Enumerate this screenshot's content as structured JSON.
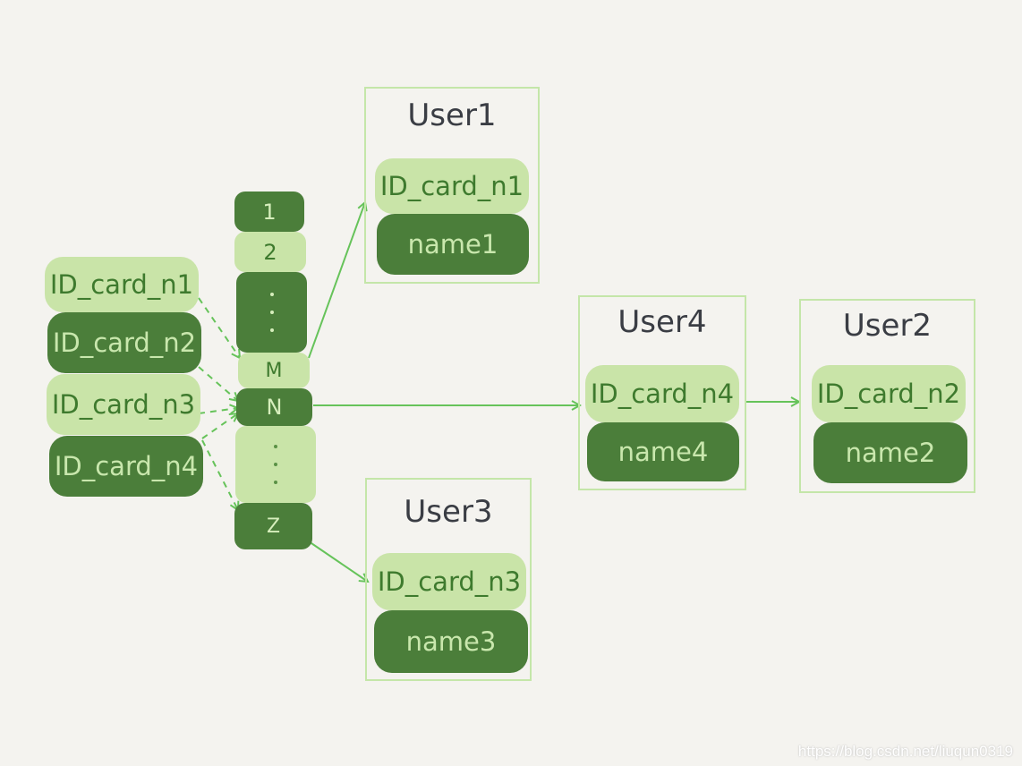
{
  "keys": [
    "ID_card_n1",
    "ID_card_n2",
    "ID_card_n3",
    "ID_card_n4"
  ],
  "hash_slots": {
    "slot_1": "1",
    "slot_2": "2",
    "slot_m": "M",
    "slot_n": "N",
    "slot_z": "Z"
  },
  "users": {
    "user1": {
      "title": "User1",
      "id_card": "ID_card_n1",
      "name": "name1"
    },
    "user4": {
      "title": "User4",
      "id_card": "ID_card_n4",
      "name": "name4"
    },
    "user2": {
      "title": "User2",
      "id_card": "ID_card_n2",
      "name": "name2"
    },
    "user3": {
      "title": "User3",
      "id_card": "ID_card_n3",
      "name": "name3"
    }
  },
  "watermark": "https://blog.csdn.net/liuqun0319",
  "colors": {
    "background": "#f4f3ef",
    "light_green": "#c9e4a8",
    "dark_green": "#4b7e3a",
    "arrow_green": "#66c35a",
    "box_border": "#c4e6a9"
  }
}
